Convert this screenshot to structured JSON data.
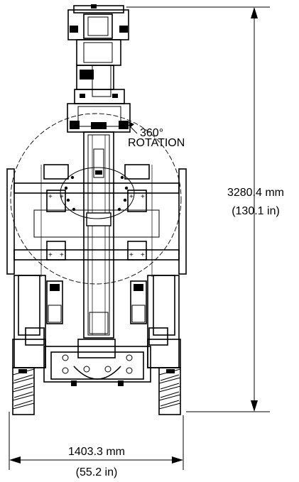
{
  "dimensions": {
    "height_mm": "3280.4 mm",
    "height_in": "(130.1 in)",
    "width_mm": "1403.3 mm",
    "width_in": "(55.2 in)"
  },
  "rotation": {
    "degrees": "360°",
    "label": "ROTATION"
  }
}
